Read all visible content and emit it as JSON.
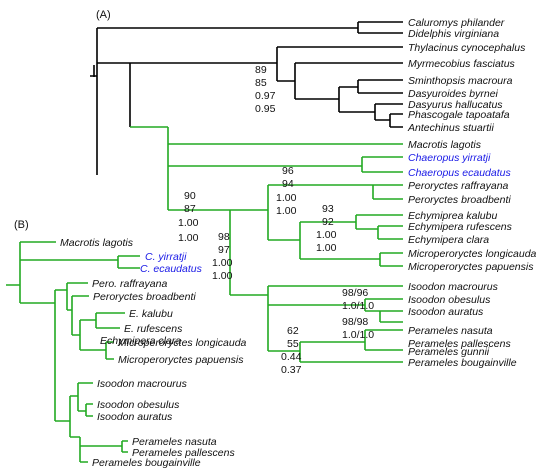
{
  "panel_a": {
    "label": "(A)",
    "taxa": {
      "caluromys": "Caluromys philander",
      "didelphis": "Didelphis virginiana",
      "thylacinus": "Thylacinus cynocephalus",
      "myrmecobius": "Myrmecobius fasciatus",
      "sminthopsis": "Sminthopsis macroura",
      "d_byrnei": "Dasyuroides byrnei",
      "d_hallucatus": "Dasyurus hallucatus",
      "phascogale": "Phascogale tapoatafa",
      "antechinus": "Antechinus stuartii",
      "macrotis": "Macrotis lagotis",
      "c_yirratji": "Chaeropus yirratji",
      "c_ecaudatus": "Chaeropus ecaudatus",
      "peroryctes_r": "Peroryctes raffrayana",
      "peroryctes_b": "Peroryctes broadbenti",
      "echymipera_k": "Echymiprea kalubu",
      "echymipera_r": "Echymipera rufescens",
      "echymipera_c": "Echymipera clara",
      "micro_l": "Microperoryctes longicauda",
      "micro_p": "Microperoryctes papuensis",
      "isoodon_m": "Isoodon macrourus",
      "isoodon_o": "Isoodon obesulus",
      "isoodon_a": "Isoodon auratus",
      "perameles_n": "Perameles nasuta",
      "perameles_p": "Perameles pallescens",
      "perameles_g": "Perameles gunnii",
      "perameles_b": "Perameles bougainville"
    },
    "support": {
      "dasyur_1": "89",
      "dasyur_2": "85",
      "dasyur_3": "0.97",
      "dasyur_4": "0.95",
      "band_1": "90",
      "band_2": "87",
      "band_3": "1.00",
      "band_4": "1.00",
      "core_1": "98",
      "core_2": "97",
      "core_3": "1.00",
      "core_4": "1.00",
      "pero_1": "96",
      "pero_2": "94",
      "pero_3": "1.00",
      "pero_4": "1.00",
      "echy_1": "93",
      "echy_2": "92",
      "echy_3": "1.00",
      "echy_4": "1.00",
      "iso_1": "98/96",
      "iso_2": "1.0/1.0",
      "per_1": "98/98",
      "per_2": "1.0/1.0",
      "perg_1": "62",
      "perg_2": "55",
      "perg_3": "0.44",
      "perg_4": "0.37"
    }
  },
  "panel_b": {
    "label": "(B)",
    "taxa": {
      "macrotis": "Macrotis lagotis",
      "c_yirratji": "C. yirratji",
      "c_ecaudatus": "C. ecaudatus",
      "pero_r": "Pero. raffrayana",
      "pero_b": "Peroryctes broadbenti",
      "e_kalubu": "E. kalubu",
      "e_rufescens": "E. rufescens",
      "e_clara": "Echymipera clara",
      "micro_l": "Microperoryctes longicauda",
      "micro_p": "Microperoryctes papuensis",
      "isoodon_m": "Isoodon macrourus",
      "isoodon_o": "Isoodon obesulus",
      "isoodon_a": "Isoodon auratus",
      "per_n": "Perameles nasuta",
      "per_p": "Perameles pallescens",
      "per_b": "Perameles bougainville"
    }
  },
  "colors": {
    "outgroup_branch": "#000000",
    "bandicoot_branch": "#22aa22",
    "highlight_taxon": "#1a1ae6",
    "text": "#111111"
  }
}
